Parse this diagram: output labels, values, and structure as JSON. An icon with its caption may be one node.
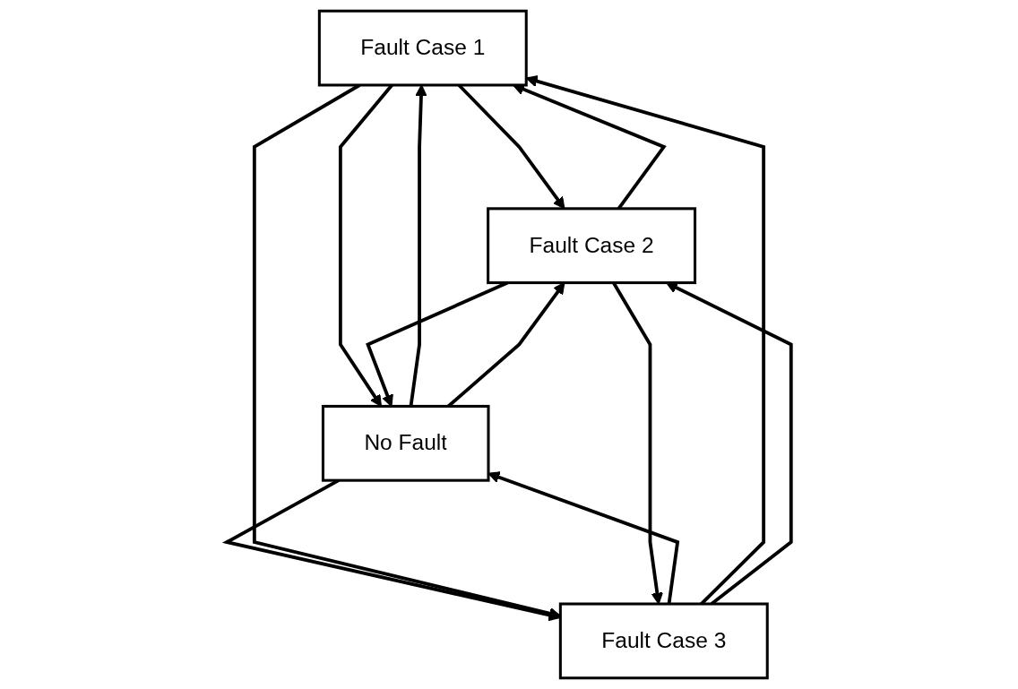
{
  "diagram": {
    "nodes": [
      {
        "text": [
          "Fault Case 1"
        ]
      },
      {
        "text": [
          "Fault Case 2"
        ]
      },
      {
        "text": [
          "No Fault"
        ]
      },
      {
        "text": [
          "Fault Case 3"
        ]
      }
    ],
    "edges": [
      {
        "from": 0,
        "to": 1,
        "arrow": "to"
      },
      {
        "from": 1,
        "to": 0,
        "arrow": "to"
      },
      {
        "from": 0,
        "to": 2,
        "arrow": "to"
      },
      {
        "from": 2,
        "to": 0,
        "arrow": "to"
      },
      {
        "from": 1,
        "to": 2,
        "arrow": "to"
      },
      {
        "from": 2,
        "to": 1,
        "arrow": "to"
      },
      {
        "from": 2,
        "to": 3,
        "arrow": "to"
      },
      {
        "from": 3,
        "to": 2,
        "arrow": "to"
      },
      {
        "from": 3,
        "to": 0,
        "arrow": "to"
      },
      {
        "from": 0,
        "to": 3,
        "arrow": "to"
      },
      {
        "from": 3,
        "to": 1,
        "arrow": "to"
      },
      {
        "from": 1,
        "to": 3,
        "arrow": "to"
      }
    ]
  }
}
